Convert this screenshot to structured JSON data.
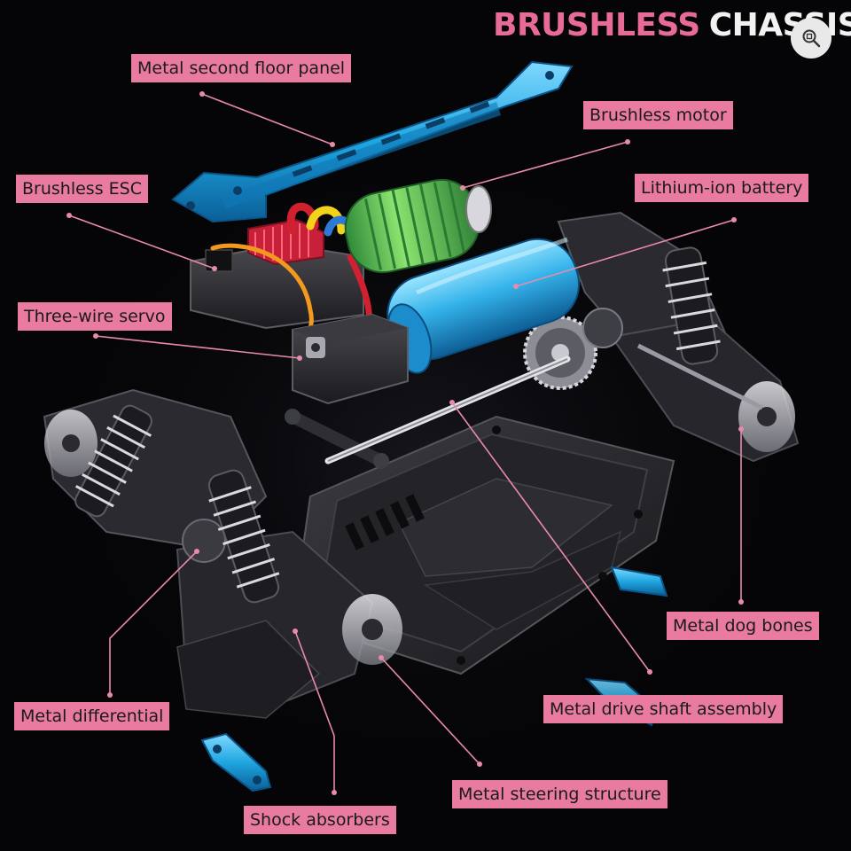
{
  "header": {
    "title_part1": "BRUSHLESS",
    "title_part2": "CHASSIS"
  },
  "controls": {
    "search_icon": "zoom-search-icon"
  },
  "colors": {
    "title_accent": "#e86a98",
    "title_white": "#f2f2f2",
    "label_bg": "#e97aa0",
    "leader": "#e88bab",
    "anodized_blue": "#1fa6e0",
    "motor_green": "#5ccf57"
  },
  "labels": [
    {
      "id": "floor-panel",
      "text": "Metal second floor panel"
    },
    {
      "id": "brushless-motor",
      "text": "Brushless motor"
    },
    {
      "id": "brushless-esc",
      "text": "Brushless ESC"
    },
    {
      "id": "lithium-battery",
      "text": "Lithium-ion battery"
    },
    {
      "id": "three-wire-servo",
      "text": "Three-wire servo"
    },
    {
      "id": "dog-bones",
      "text": "Metal dog bones"
    },
    {
      "id": "metal-differential",
      "text": "Metal differential"
    },
    {
      "id": "drive-shaft",
      "text": "Metal drive shaft assembly"
    },
    {
      "id": "steering-structure",
      "text": "Metal steering structure"
    },
    {
      "id": "shock-absorbers",
      "text": "Shock absorbers"
    }
  ]
}
